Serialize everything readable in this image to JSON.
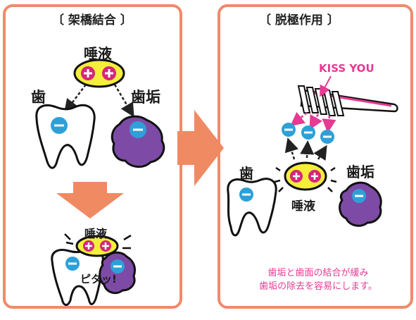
{
  "left_panel": {
    "title": "〔 架橋結合 〕",
    "saliva_label": "唾液",
    "tooth_label": "歯",
    "plaque_label": "歯垢",
    "bottom_saliva_label": "唾液",
    "stick_text": "ピタッ!"
  },
  "right_panel": {
    "title": "〔 脱極作用 〕",
    "brush_label": "KISS YOU",
    "tooth_label": "歯",
    "plaque_label": "歯垢",
    "saliva_label": "唾液",
    "caption_line1": "歯垢と歯面の結合が緩み",
    "caption_line2": "歯垢の除去を容易にします。"
  },
  "colors": {
    "panel_border": "#ef8a6b",
    "arrow": "#f08a63",
    "saliva_yellow": "#f5ee3a",
    "plus_magenta": "#d6267b",
    "minus_blue": "#2ea0d8",
    "plaque_purple": "#7d4ba6",
    "accent_pink": "#e63a93"
  },
  "icons": [
    "plus-icon",
    "minus-icon",
    "tooth-icon",
    "plaque-icon",
    "toothbrush-icon",
    "arrow-right-icon",
    "arrow-down-icon"
  ]
}
